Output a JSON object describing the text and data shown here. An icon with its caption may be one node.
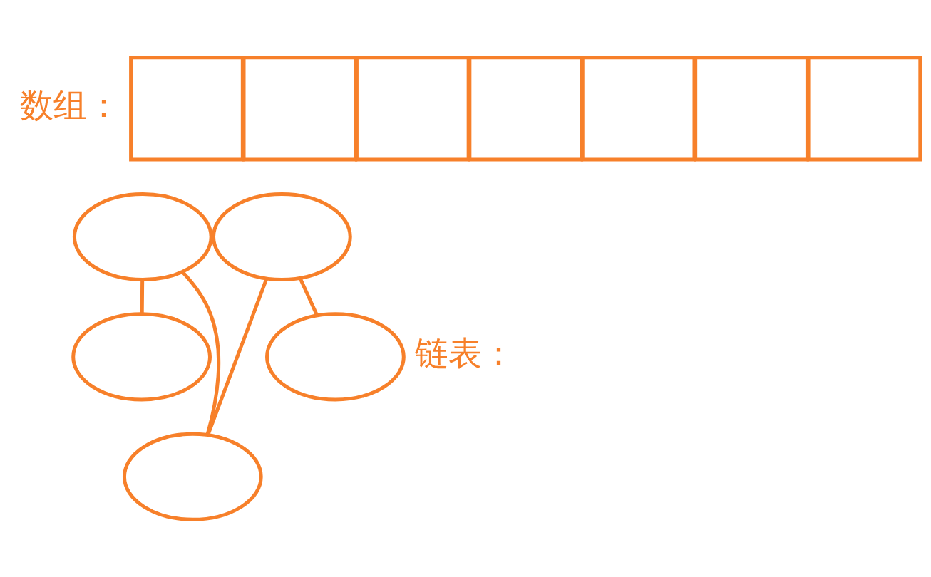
{
  "diagram": {
    "nodes": [
      {
        "text": [],
        "shape": "box"
      },
      {
        "text": [],
        "shape": "box"
      },
      {
        "text": [],
        "shape": "box"
      },
      {
        "text": [],
        "shape": "box"
      },
      {
        "text": [],
        "shape": "box"
      },
      {
        "text": [],
        "shape": "box"
      },
      {
        "text": [],
        "shape": "box"
      },
      {
        "text": [],
        "shape": "ellipse"
      },
      {
        "text": [],
        "shape": "ellipse"
      },
      {
        "text": [],
        "shape": "ellipse"
      },
      {
        "text": [],
        "shape": "ellipse"
      },
      {
        "text": [],
        "shape": "ellipse"
      }
    ],
    "edges": [
      {
        "from": 7,
        "to": 8,
        "arrow": "none"
      },
      {
        "from": 8,
        "to": 9,
        "arrow": "none"
      },
      {
        "from": 9,
        "to": 10,
        "arrow": "none"
      },
      {
        "from": 10,
        "to": 11,
        "arrow": "none"
      }
    ],
    "labels": [
      "数组：",
      "链表："
    ]
  }
}
